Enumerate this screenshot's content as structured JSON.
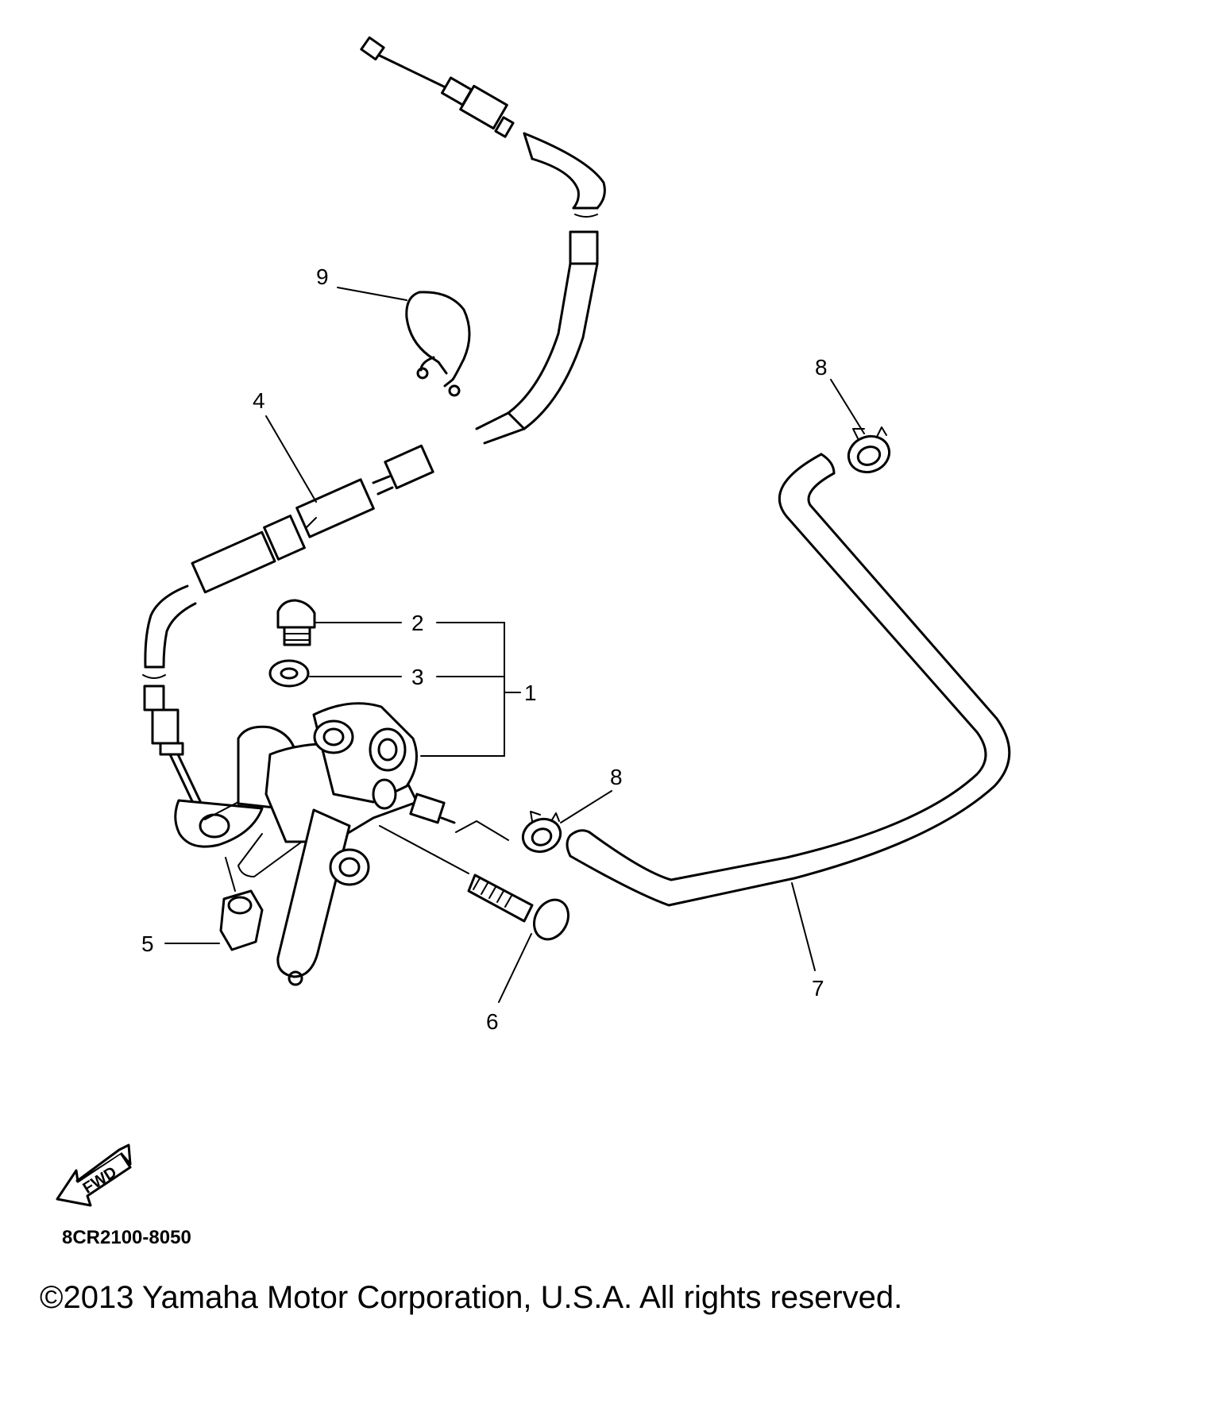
{
  "callouts": [
    {
      "id": "c1",
      "label": "1"
    },
    {
      "id": "c2",
      "label": "2"
    },
    {
      "id": "c3",
      "label": "3"
    },
    {
      "id": "c4",
      "label": "4"
    },
    {
      "id": "c5",
      "label": "5"
    },
    {
      "id": "c6",
      "label": "6"
    },
    {
      "id": "c7",
      "label": "7"
    },
    {
      "id": "c8a",
      "label": "8"
    },
    {
      "id": "c8b",
      "label": "8"
    },
    {
      "id": "c9",
      "label": "9"
    }
  ],
  "fwd_label": "FWD",
  "part_code": "8CR2100-8050",
  "copyright": "©2013 Yamaha Motor Corporation, U.S.A. All rights reserved."
}
